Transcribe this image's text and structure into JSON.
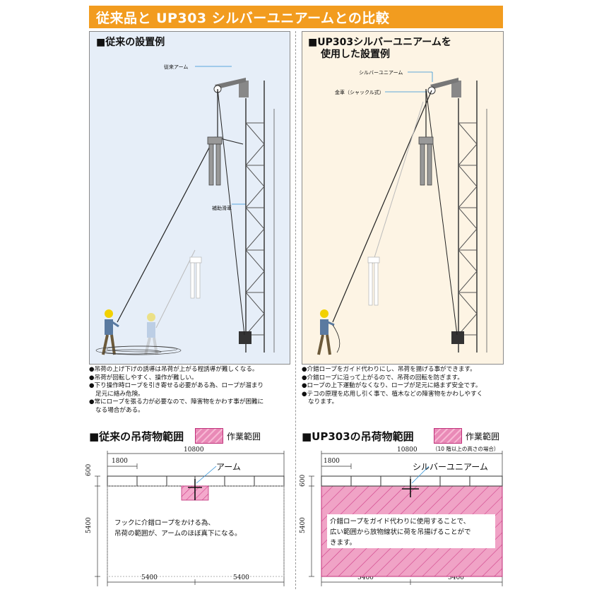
{
  "header": {
    "title": "従来品と UP303 シルバーユニアームとの比較"
  },
  "left_panel": {
    "title": "■従来の設置例",
    "labels": {
      "arm": "従来アーム",
      "aux_pulley": "補助滑車"
    },
    "bullets": [
      "●吊荷の上げ下げの誘導は吊荷が上がる程誘導が難しくなる。",
      "●吊荷が回転しやすく、操作が難しい。",
      "●下り操作時ロープを引き寄せる必要がある為、ロープが溜まり",
      "足元に絡み危険。",
      "●常にロープを張る力が必要なので、障害物をかわす事が困難に",
      "なる場合がある。"
    ]
  },
  "right_panel": {
    "title_line1": "■UP303シルバーユニアームを",
    "title_line2": "使用した設置例",
    "labels": {
      "arm": "シルバーユニアーム",
      "pulley": "金車（シャックル式）"
    },
    "bullets": [
      "●介錯ロープをガイド代わりにし、吊荷を揚げる事ができます。",
      "●介錯ロープに沿って上がるので、吊荷の回転を防ぎます。",
      "●ロープの上下運動がなくなり、ロープが足元に絡まず安全です。",
      "●テコの原理を応用し引く事で、植木などの障害物をかわしやすく",
      "なります。"
    ]
  },
  "left_range": {
    "title": "■従来の吊荷物範囲",
    "legend": "作業範囲",
    "dims": {
      "total": "10800",
      "span": "1800",
      "depth": "600",
      "height": "5400",
      "bottom_left": "5400",
      "bottom_right": "5400"
    },
    "arm_label": "アーム",
    "note_line1": "フックに介錯ロープをかける為、",
    "note_line2": "吊荷の範囲が、アームのほぼ真下になる。"
  },
  "right_range": {
    "title": "■UP303の吊荷物範囲",
    "legend": "作業範囲",
    "legend_note": "（10 階以上の高さの場合）",
    "dims": {
      "total": "10800",
      "span": "1800",
      "depth": "600",
      "height": "5400",
      "bottom_left": "5400",
      "bottom_right": "5400"
    },
    "arm_label": "シルバーユニアーム",
    "note_line1": "介錯ロープをガイド代わりに使用することで、",
    "note_line2": "広い範囲から放物線状に荷を吊揚げることがで",
    "note_line3": "きます。"
  },
  "colors": {
    "banner": "#f29c1f",
    "hatch": "#e98ab7",
    "left_panel_bg": "#e6eef8",
    "right_panel_bg": "#fdf4e4",
    "callout_line": "#2a8fd6"
  }
}
